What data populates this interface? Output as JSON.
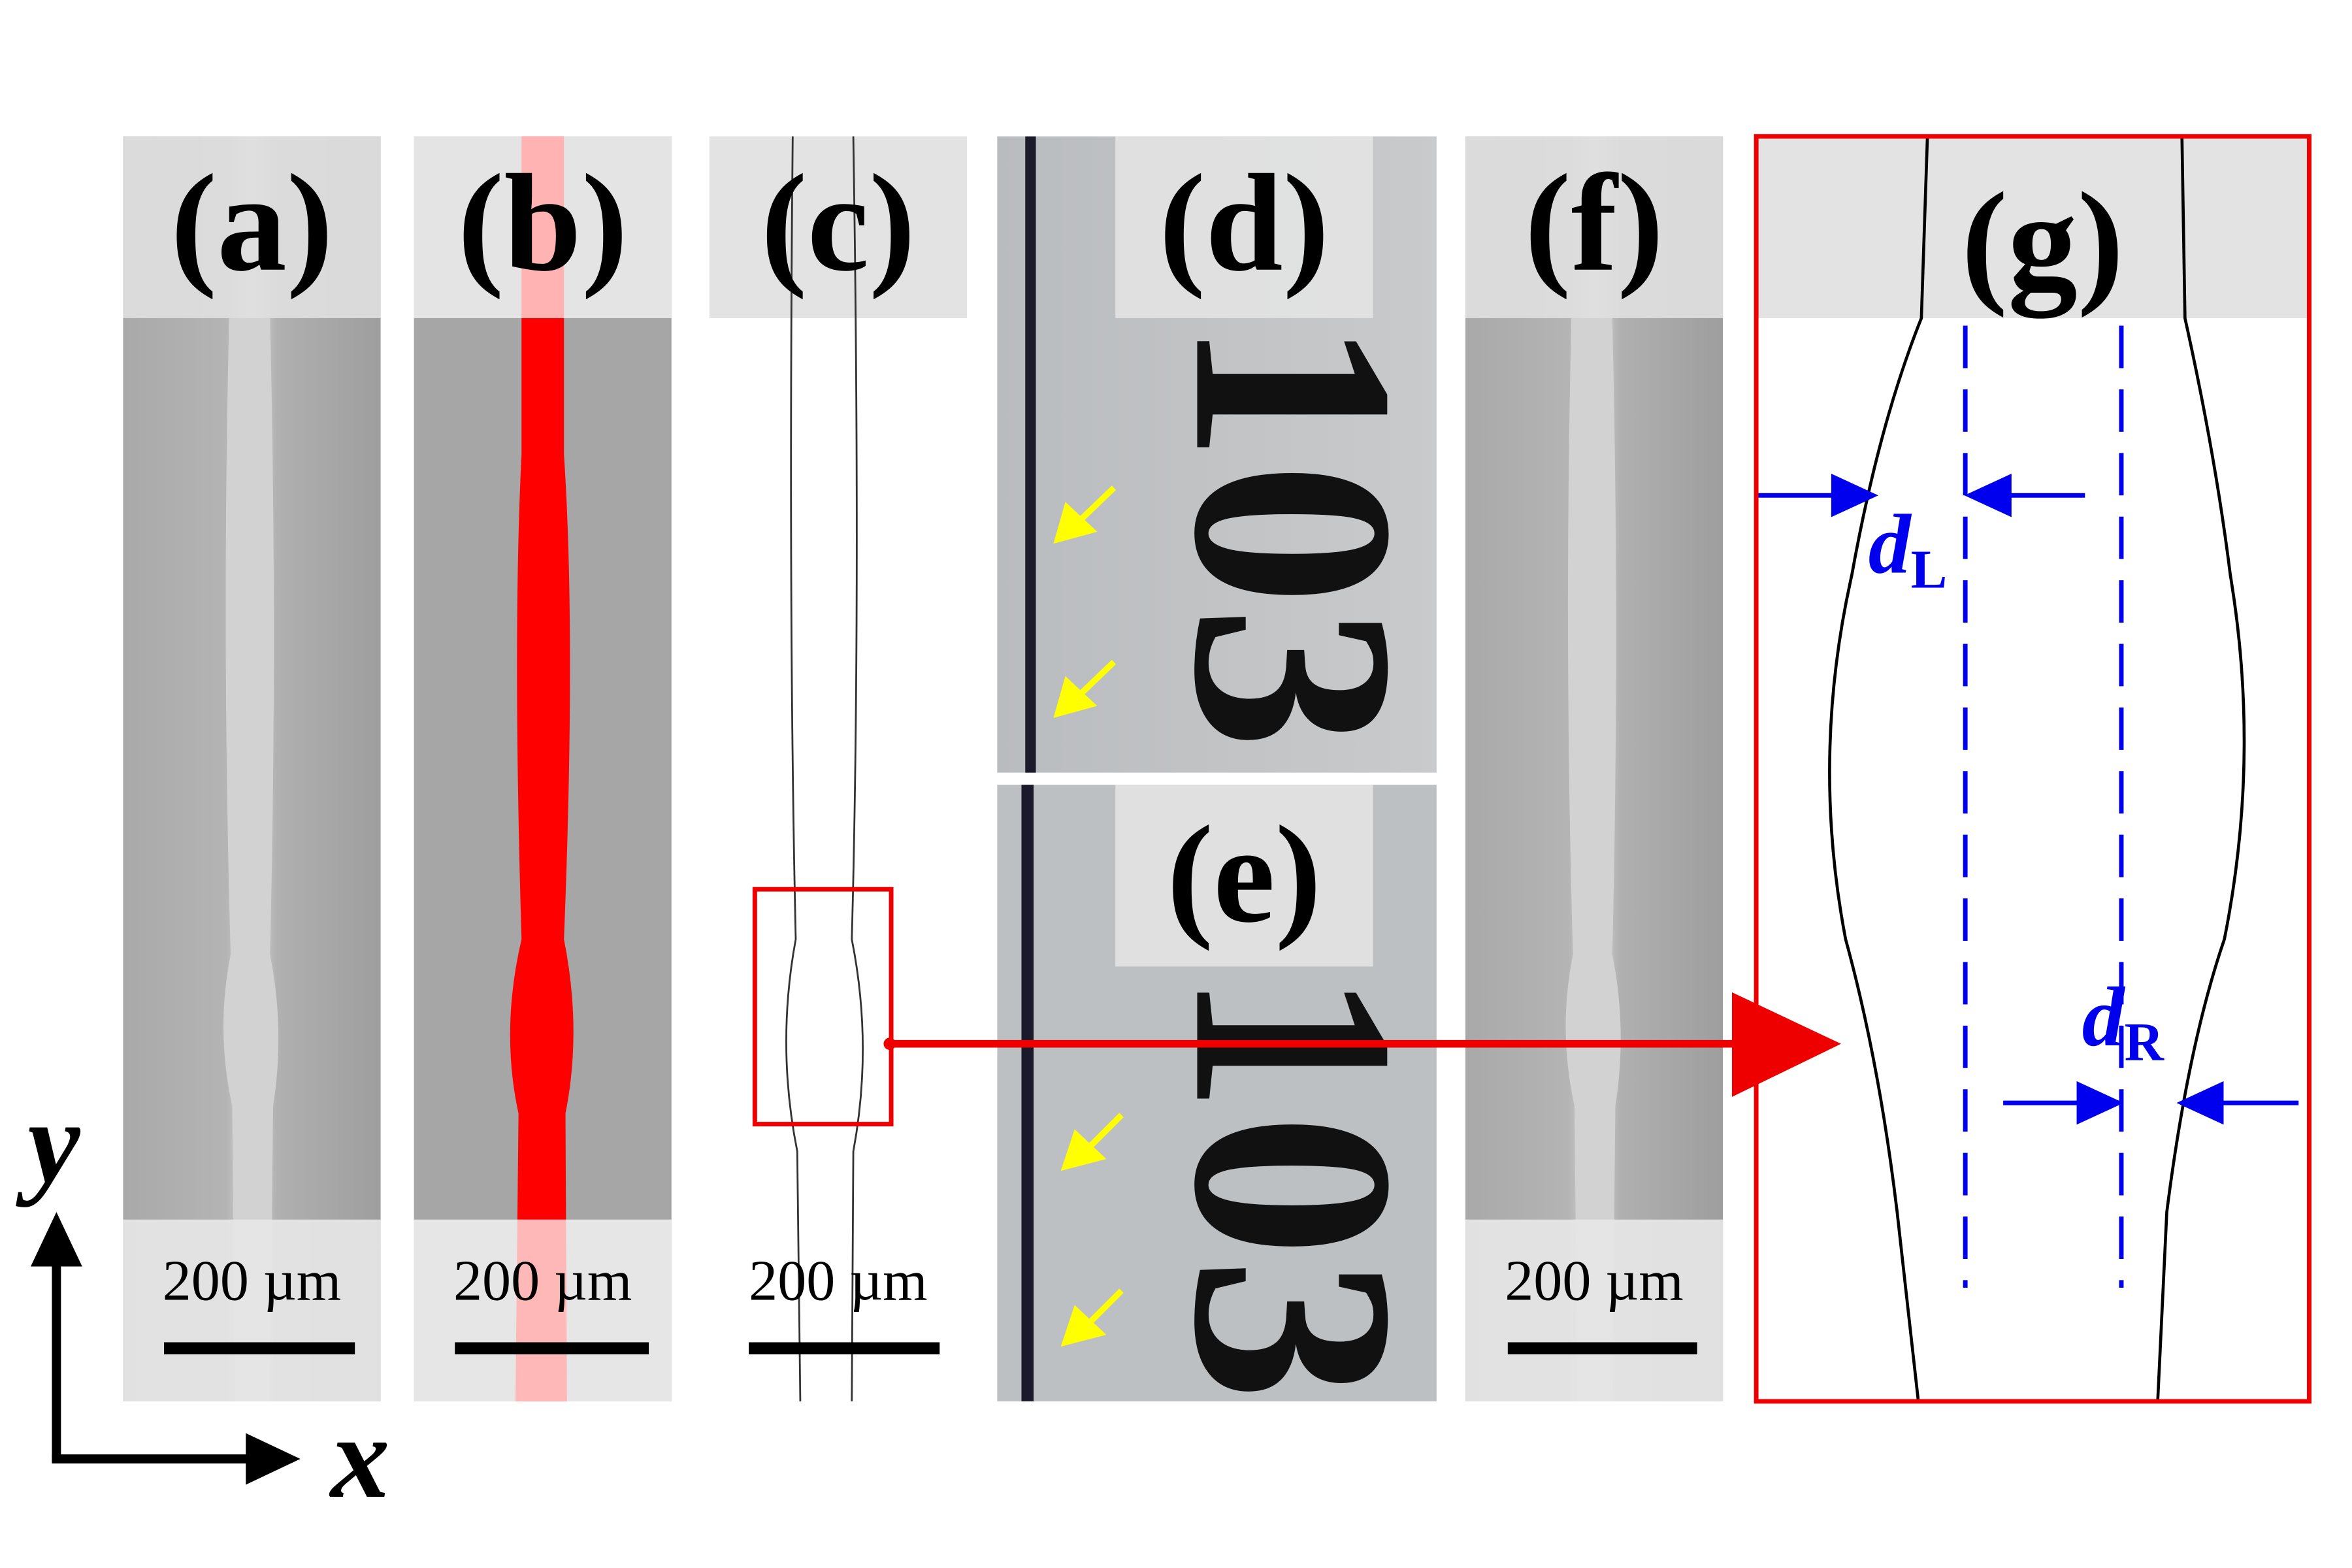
{
  "figure": {
    "panel_labels": [
      "(a)",
      "(b)",
      "(c)",
      "(d)",
      "(e)",
      "(f)",
      "(g)"
    ],
    "scale_bar_label": "200 µm",
    "axis_x": "x",
    "axis_y": "y",
    "ruler_digits": "103",
    "annotation_left": {
      "symbol": "d",
      "subscript": "L"
    },
    "annotation_right": {
      "symbol": "d",
      "subscript": "R"
    },
    "colors": {
      "segmentation": "#ff0000",
      "measure": "#0000ee",
      "arrow_marker": "#ffff00",
      "zoom_box": "#ee0000"
    }
  }
}
